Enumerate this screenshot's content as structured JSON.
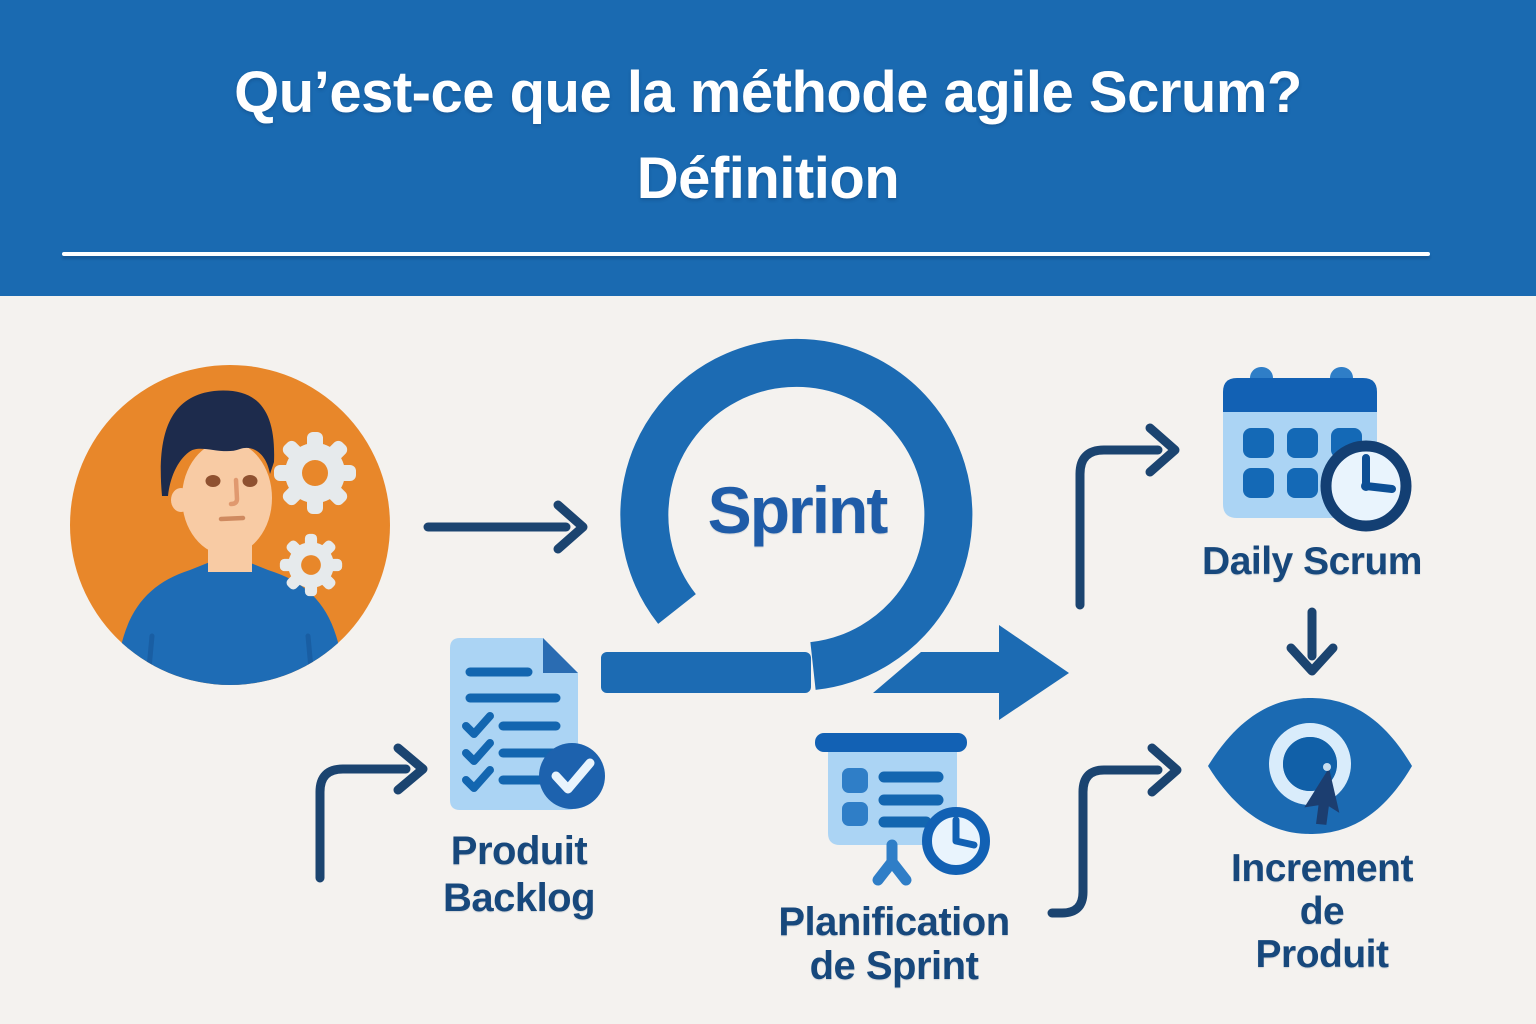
{
  "header": {
    "title_line1": "Qu’est-ce que la méthode agile Scrum?",
    "title_line2": "Définition"
  },
  "labels": {
    "sprint": "Sprint",
    "daily_scrum": "Daily Scrum",
    "produit_backlog": "Produit\nBacklog",
    "planification_de_sprint": "Planification\nde Sprint",
    "increment_de_produit": "Increment de\nProduit"
  },
  "icons": {
    "avatar": "person-with-gears",
    "sprint_loop": "sprint-loop-arrow",
    "produit_backlog": "document-checklist",
    "daily_scrum": "calendar-with-clock",
    "planification": "presentation-board-with-clock",
    "increment": "eye-with-cursor"
  },
  "colors": {
    "header_background": "#1a6ab1",
    "title_text": "#ffffff",
    "body_background": "#f4f2ef",
    "loop_blue": "#1c6bb3",
    "sprint_text": "#1f5ca8",
    "connector_navy": "#1b4470",
    "label_navy": "#17487c",
    "icon_light_blue": "#abd4f4",
    "icon_medium_blue": "#2f7ec7",
    "icon_deep_blue": "#1261b4",
    "icon_line_blue": "#1366b0",
    "clock_face": "#e9f4fd",
    "avatar_orange": "#e8872a",
    "skin": "#f8cba4",
    "hair_navy": "#1d2b4c",
    "shirt_blue": "#1e6cb5",
    "gear_gray": "#e6eaec"
  }
}
